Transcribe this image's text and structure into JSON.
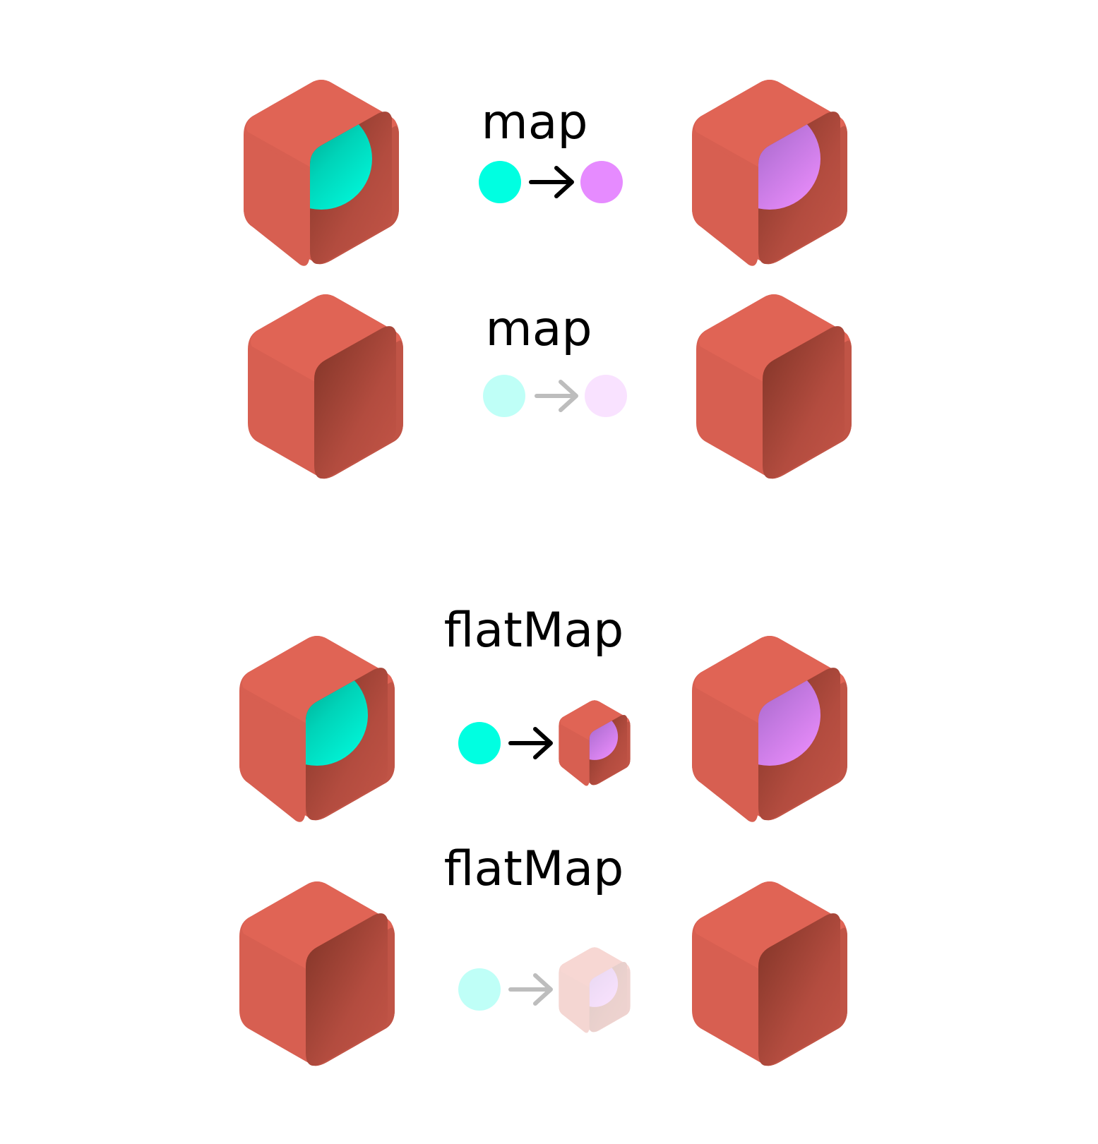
{
  "colors": {
    "box_top": "#e06455",
    "box_left": "#d75f51",
    "box_right": "#c05446",
    "box_inner_dark": "#7e3326",
    "box_inner_light": "#c45547",
    "value_input": "#00ffe1",
    "value_output": "#e68bff",
    "arrow": "#000000",
    "arrow_faded": "#bdbdbd"
  },
  "rows": [
    {
      "label": "map",
      "input_full": true,
      "output_full": true,
      "op": "map",
      "faded": false
    },
    {
      "label": "map",
      "input_full": false,
      "output_full": false,
      "op": "map",
      "faded": true
    },
    {
      "label": "flatMap",
      "input_full": true,
      "output_full": true,
      "op": "flatMap",
      "faded": false
    },
    {
      "label": "flatMap",
      "input_full": false,
      "output_full": false,
      "op": "flatMap",
      "faded": true
    }
  ]
}
